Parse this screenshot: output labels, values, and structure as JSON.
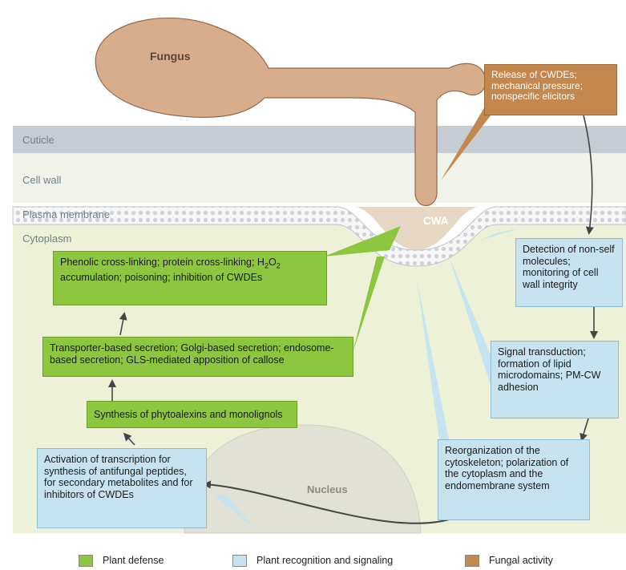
{
  "organisms": {
    "fungus": "Fungus",
    "nucleus": "Nucleus",
    "cwa": "CWA"
  },
  "layers": {
    "cuticle": "Cuticle",
    "cell_wall": "Cell wall",
    "plasma_membrane": "Plasma membrane",
    "cytoplasm": "Cytoplasm"
  },
  "boxes": {
    "fungal_release": "Release of CWDEs; mechanical pressure; nonspecific elicitors",
    "detection": "Detection of non-self molecules; monitoring of cell wall integrity",
    "signal": "Signal transduction; formation of lipid microdomains; PM-CW adhesion",
    "reorganization": "Reorganization of the cytoskeleton; polarization of the cytoplasm and the endomembrane system",
    "activation": "Activation of transcription for synthesis of antifungal peptides, for secondary metabolites and for inhibitors of CWDEs",
    "synthesis": "Synthesis of phytoalexins and monolignols",
    "secretion": "Transporter-based secretion; Golgi-based secretion; endosome-based secretion; GLS-mediated apposition of callose",
    "phenolic_a": "Phenolic cross-linking; protein cross-linking; H",
    "phenolic_sub1": "2",
    "phenolic_b": "O",
    "phenolic_sub2": "2",
    "phenolic_c": " accumulation; poisoning; inhibition of CWDEs"
  },
  "legend": [
    {
      "label": "Plant defense",
      "color": "#8dc63f"
    },
    {
      "label": "Plant recognition and signaling",
      "color": "#c7e3ef"
    },
    {
      "label": "Fungal activity",
      "color": "#c4874e"
    }
  ],
  "colors": {
    "plant_defense": "#8dc63f",
    "recognition": "#c7e3ef",
    "fungal": "#c4874e",
    "cuticle": "#c5ccd4",
    "cell_wall": "#f1f2ea",
    "cytoplasm": "#ecf1d8",
    "fungus_fill": "#d8ad8c"
  }
}
